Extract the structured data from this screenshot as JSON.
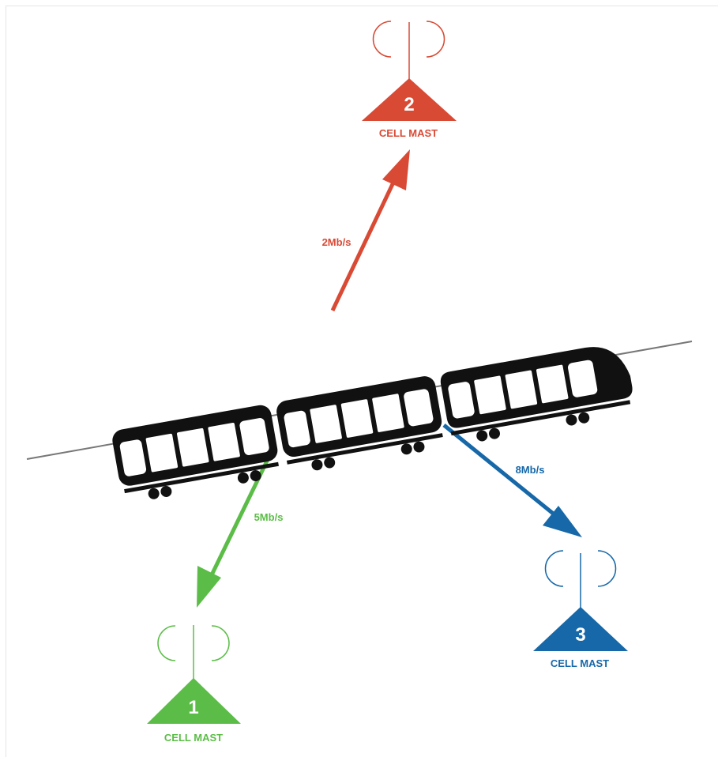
{
  "colors": {
    "mast1": "#5bbd47",
    "mast2": "#d94a35",
    "mast3": "#1668a8",
    "train": "#111111",
    "track": "#777777"
  },
  "masts": [
    {
      "id": "1",
      "number": "1",
      "label": "CELL MAST",
      "rate": "5Mb/s",
      "color_key": "mast1"
    },
    {
      "id": "2",
      "number": "2",
      "label": "CELL MAST",
      "rate": "2Mb/s",
      "color_key": "mast2"
    },
    {
      "id": "3",
      "number": "3",
      "label": "CELL MAST",
      "rate": "8Mb/s",
      "color_key": "mast3"
    }
  ]
}
